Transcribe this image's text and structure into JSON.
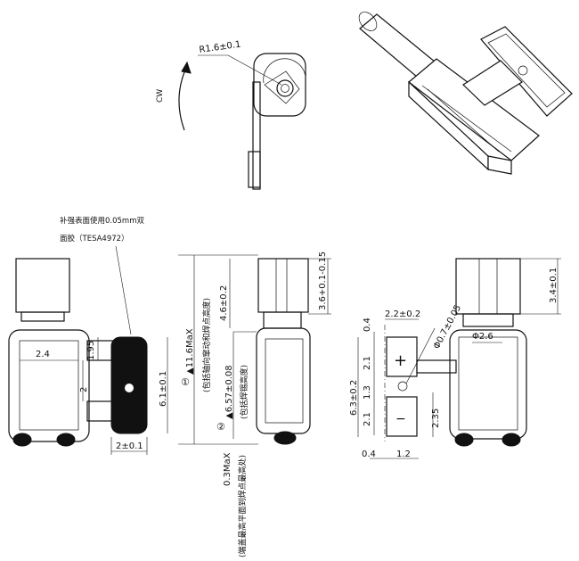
{
  "note": {
    "line1": "补强表面使用0.05mm双",
    "line2": "面胶（TESA4972）"
  },
  "labels": {
    "radius": "R1.6±0.1",
    "rotation": "CW",
    "circ1": "①",
    "circ2": "②"
  },
  "dimensions": {
    "d_2_4": "2.4",
    "d_1_95": "1.95",
    "d_2": "2",
    "d_6_1": "6.1±0.1",
    "d_2_w": "2±0.1",
    "d_11_6": "▲11.6MaX",
    "d_11_6_note": "(包括轴向窜动和焊点高度)",
    "d_4_6": "4.6±0.2",
    "d_3_6": "3.6+0.1-0.15",
    "d_6_57": "▲6.57±0.08",
    "d_6_57_note": "(包括焊锡高度)",
    "d_0_3": "0.3MaX",
    "d_0_3_note": "(端盖最高平面到焊点最高处)",
    "d_2_2": "2.2±0.2",
    "d_0_7": "Φ0.7±0.05",
    "d_0_4_top": "0.4",
    "d_2_1_a": "2.1",
    "d_1_3": "1.3",
    "d_2_1_b": "2.1",
    "d_6_3": "6.3±0.2",
    "d_2_35": "2.35",
    "d_0_4_bot": "0.4",
    "d_1_2": "1.2",
    "d_3_4": "3.4±0.1",
    "d_dia_2_6": "Φ2.6"
  },
  "pads": {
    "plus": "+",
    "minus": "−"
  }
}
